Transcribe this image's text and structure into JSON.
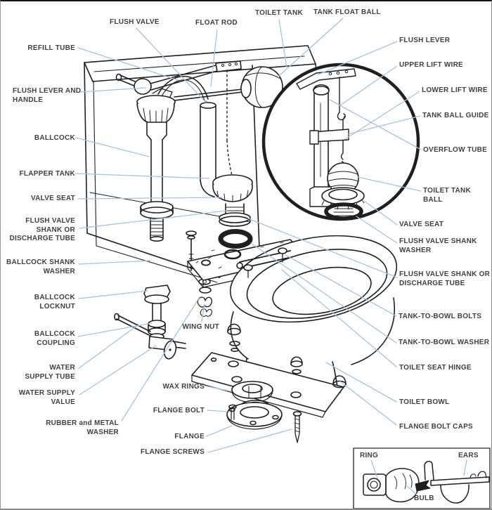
{
  "diagram_subject": "Exploded parts diagram of a toilet tank and bowl",
  "colors": {
    "background": "#ffffff",
    "line_art": "#1f1f1f",
    "leader_line": "#a5c3de",
    "label_text": "#404040",
    "frame_border": "#8a8a8a"
  },
  "labels": {
    "top": {
      "flush_valve": "FLUSH VALVE",
      "float_rod": "FLOAT ROD",
      "toilet_tank": "TOILET TANK",
      "tank_float_ball": "TANK FLOAT BALL"
    },
    "left": {
      "refill_tube": "REFILL TUBE",
      "flush_lever_and_handle": "FLUSH LEVER AND\nHANDLE",
      "ballcock": "BALLCOCK",
      "flapper_tank": "FLAPPER TANK",
      "valve_seat": "VALVE SEAT",
      "flush_valve_shank_or_discharge_tube": "FLUSH VALVE\nSHANK OR\nDISCHARGE TUBE",
      "ballcock_shank_washer": "BALLCOCK SHANK\nWASHER",
      "ballcock_locknut": "BALLCOCK\nLOCKNUT",
      "ballcock_coupling": "BALLCOCK\nCOUPLING",
      "water_supply_tube": "WATER\nSUPPLY TUBE",
      "water_supply_value": "WATER SUPPLY\nVALUE",
      "rubber_and_metal_washer": "RUBBER and METAL\nWASHER"
    },
    "bottom": {
      "wing_nut": "WING NUT",
      "wax_rings": "WAX RINGS",
      "flange_bolt": "FLANGE BOLT",
      "flange": "FLANGE",
      "flange_screws": "FLANGE SCREWS"
    },
    "right": {
      "flush_lever": "FLUSH LEVER",
      "upper_lift_wire": "UPPER LIFT WIRE",
      "lower_lift_wire": "LOWER LIFT WIRE",
      "tank_ball_guide": "TANK BALL GUIDE",
      "overflow_tube": "OVERFLOW TUBE",
      "toilet_tank_ball": "TOILET TANK BALL",
      "valve_seat": "VALVE SEAT",
      "flush_valve_shank_washer": "FLUSH VALVE SHANK\nWASHER",
      "flush_valve_shank_or_discharge_tube": "FLUSH VALVE SHANK OR\nDISCHARGE TUBE",
      "tank_to_bowl_bolts": "TANK-TO-BOWL BOLTS",
      "tank_to_bowl_washer": "TANK-TO-BOWL WASHER",
      "toilet_seat_hinge": "TOILET SEAT HINGE",
      "toilet_bowl": "TOILET BOWL",
      "flange_bolt_caps": "FLANGE BOLT CAPS"
    },
    "inset": {
      "ring": "RING",
      "ears": "EARS",
      "bulb": "BULB"
    }
  }
}
